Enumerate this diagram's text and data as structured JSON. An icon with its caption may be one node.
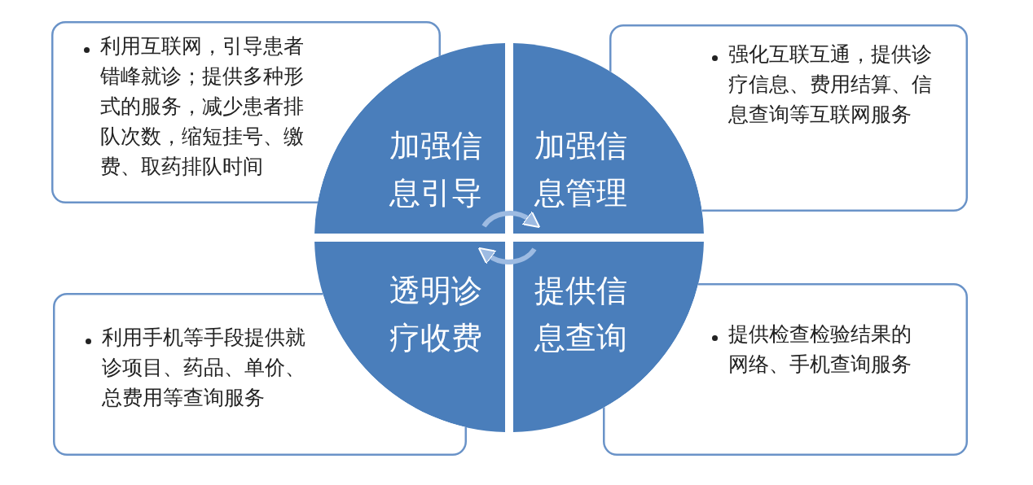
{
  "diagram": {
    "nodes": [
      {
        "text": [
          "利用互联网，引导患者错峰就诊；提供多种形式的服务，减少患者排队次数，缩短挂号、缴费、取药排队时间"
        ]
      },
      {
        "text": [
          "加强信息引导"
        ]
      },
      {
        "text": [
          "加强信息管理"
        ]
      },
      {
        "text": [
          "强化互联互通，提供诊疗信息、费用结算、信息查询等互联网服务"
        ]
      },
      {
        "text": [
          "利用手机等手段提供就诊项目、药品、单价、总费用等查询服务"
        ]
      },
      {
        "text": [
          "透明诊疗收费"
        ]
      },
      {
        "text": [
          "提供信息查询"
        ]
      },
      {
        "text": [
          "提供检查检验结果的网络、手机查询服务"
        ]
      }
    ],
    "edges": [
      {
        "from": 1,
        "to": 2,
        "arrow": "to"
      },
      {
        "from": 6,
        "to": 5,
        "arrow": "to"
      }
    ]
  }
}
